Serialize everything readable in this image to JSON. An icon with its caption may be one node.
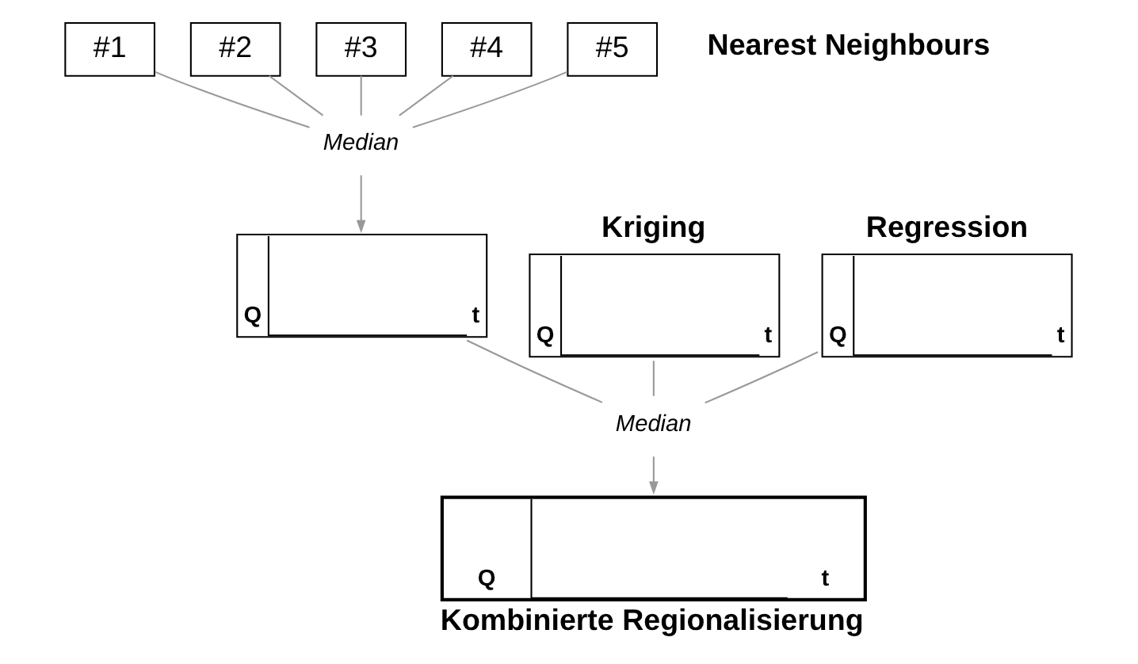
{
  "diagram": {
    "nodes": [
      {
        "text": [
          "#1"
        ]
      },
      {
        "text": [
          "#2"
        ]
      },
      {
        "text": [
          "#3"
        ]
      },
      {
        "text": [
          "#4"
        ]
      },
      {
        "text": [
          "#5"
        ]
      },
      {
        "text": [
          "Median"
        ]
      },
      {
        "text": [
          "Q",
          "t"
        ]
      },
      {
        "text": [
          "Kriging",
          "Q",
          "t"
        ]
      },
      {
        "text": [
          "Regression",
          "Q",
          "t"
        ]
      },
      {
        "text": [
          "Median"
        ]
      },
      {
        "text": [
          "Q",
          "t",
          "Kombinierte Regionalisierung"
        ]
      }
    ],
    "edges": [
      {
        "from": 0,
        "to": 5,
        "arrow": "none"
      },
      {
        "from": 1,
        "to": 5,
        "arrow": "none"
      },
      {
        "from": 2,
        "to": 5,
        "arrow": "none"
      },
      {
        "from": 3,
        "to": 5,
        "arrow": "none"
      },
      {
        "from": 4,
        "to": 5,
        "arrow": "none"
      },
      {
        "from": 5,
        "to": 6,
        "arrow": "to"
      },
      {
        "from": 6,
        "to": 9,
        "arrow": "none"
      },
      {
        "from": 7,
        "to": 9,
        "arrow": "none"
      },
      {
        "from": 8,
        "to": 9,
        "arrow": "none"
      },
      {
        "from": 9,
        "to": 10,
        "arrow": "to"
      }
    ],
    "labels": [
      "Nearest Neighbours"
    ]
  }
}
